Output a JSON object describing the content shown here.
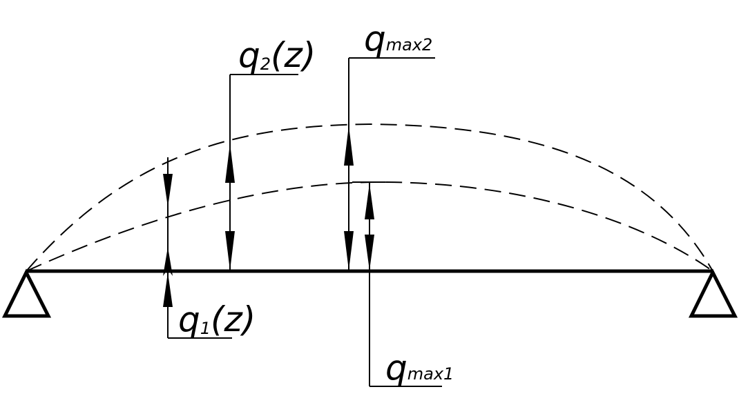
{
  "labels": {
    "q2z": {
      "main": "q",
      "sub": "2",
      "tail": "(z)"
    },
    "q1z": {
      "main": "q",
      "sub": "1",
      "tail": "(z)"
    },
    "qmax2": {
      "main": "q",
      "sub": "max2"
    },
    "qmax1": {
      "main": "q",
      "sub": "max1"
    }
  },
  "colors": {
    "ink": "#000000",
    "background": "#ffffff"
  }
}
